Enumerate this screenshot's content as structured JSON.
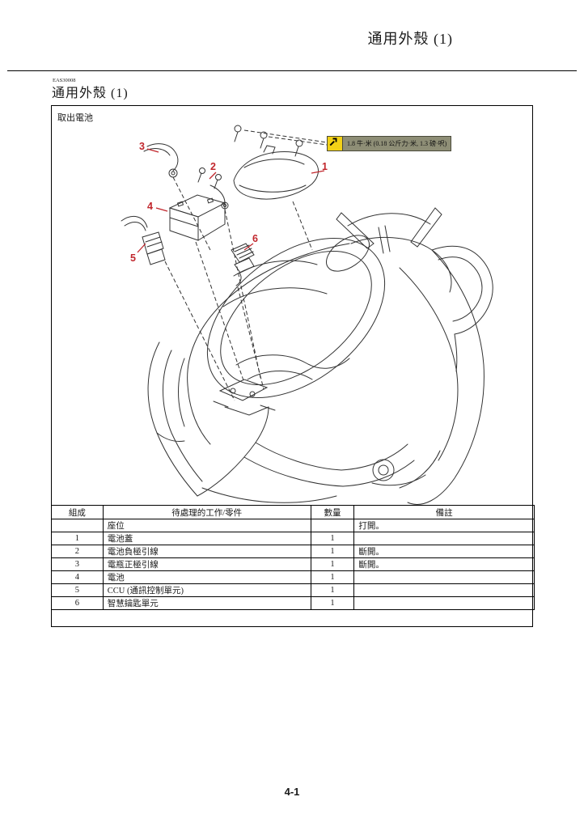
{
  "page": {
    "header_title": "通用外殼 (1)",
    "section_code": "EAS30008",
    "section_title": "通用外殼 (1)",
    "page_number": "4-1"
  },
  "figure": {
    "caption": "取出電池",
    "torque_spec": "1.8 牛·米 (0.18 公斤力·米, 1.3 磅·呎)",
    "callouts": [
      "1",
      "2",
      "3",
      "4",
      "5",
      "6"
    ]
  },
  "table": {
    "headers": [
      "組成",
      "待處理的工作/零件",
      "數量",
      "備註"
    ],
    "rows": [
      {
        "order": "",
        "job": "座位",
        "qty": "",
        "remarks": "打開。"
      },
      {
        "order": "1",
        "job": "電池蓋",
        "qty": "1",
        "remarks": ""
      },
      {
        "order": "2",
        "job": "電池負極引線",
        "qty": "1",
        "remarks": "斷開。"
      },
      {
        "order": "3",
        "job": "電瓶正極引線",
        "qty": "1",
        "remarks": "斷開。"
      },
      {
        "order": "4",
        "job": "電池",
        "qty": "1",
        "remarks": ""
      },
      {
        "order": "5",
        "job": "CCU (通訊控制單元)",
        "qty": "1",
        "remarks": ""
      },
      {
        "order": "6",
        "job": "智慧鑰匙單元",
        "qty": "1",
        "remarks": ""
      }
    ]
  }
}
